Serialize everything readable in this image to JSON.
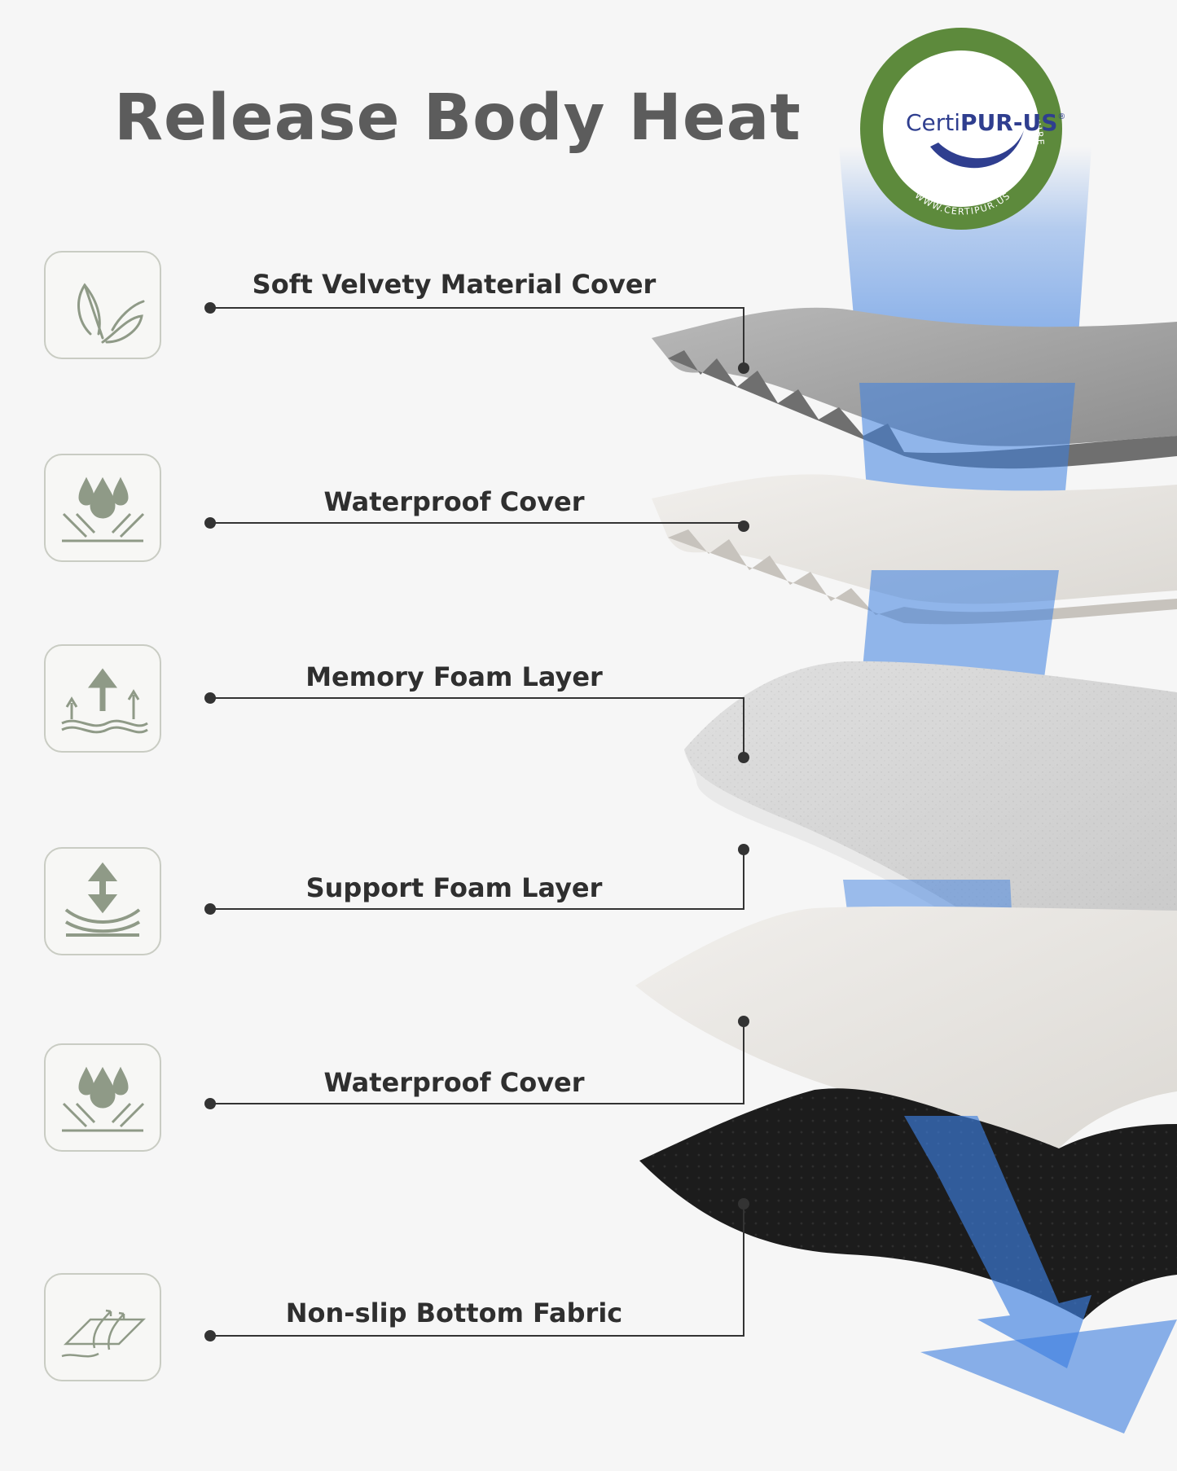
{
  "title": "Release Body Heat",
  "badge": {
    "arc_text": "CONTAINS CERTIFIED FLEXIBLE POLYURETHANE FOAM",
    "logo_part1": "Certi",
    "logo_part2": "PUR-US",
    "registered": "®",
    "url": "WWW.CERTIPUR.US"
  },
  "layers": [
    {
      "label": "Soft Velvety Material Cover",
      "icon": "feather-icon"
    },
    {
      "label": "Waterproof Cover",
      "icon": "water-drops-icon"
    },
    {
      "label": "Memory Foam Layer",
      "icon": "heat-release-arrows-icon"
    },
    {
      "label": "Support Foam Layer",
      "icon": "support-compression-icon"
    },
    {
      "label": "Waterproof Cover",
      "icon": "water-drops-icon"
    },
    {
      "label": "Non-slip Bottom Fabric",
      "icon": "non-slip-fabric-icon"
    }
  ],
  "colors": {
    "title": "#5c5c5c",
    "icon_stroke": "#8f9a87",
    "badge_green": "#5d8a3c",
    "badge_blue": "#2f3e8f",
    "airflow_blue": "#3d7fe0",
    "cover_gray": "#9e9e9e",
    "bottom_black": "#1c1c1c"
  }
}
